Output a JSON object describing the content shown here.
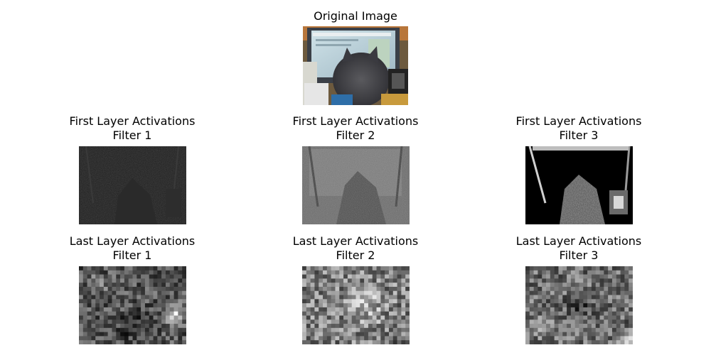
{
  "figure": {
    "original": {
      "title": "Original Image"
    },
    "first_layer": [
      {
        "title": "First Layer Activations",
        "subtitle": "Filter 1"
      },
      {
        "title": "First Layer Activations",
        "subtitle": "Filter 2"
      },
      {
        "title": "First Layer Activations",
        "subtitle": "Filter 3"
      }
    ],
    "last_layer": [
      {
        "title": "Last Layer Activations",
        "subtitle": "Filter 1"
      },
      {
        "title": "Last Layer Activations",
        "subtitle": "Filter 2"
      },
      {
        "title": "Last Layer Activations",
        "subtitle": "Filter 3"
      }
    ]
  }
}
